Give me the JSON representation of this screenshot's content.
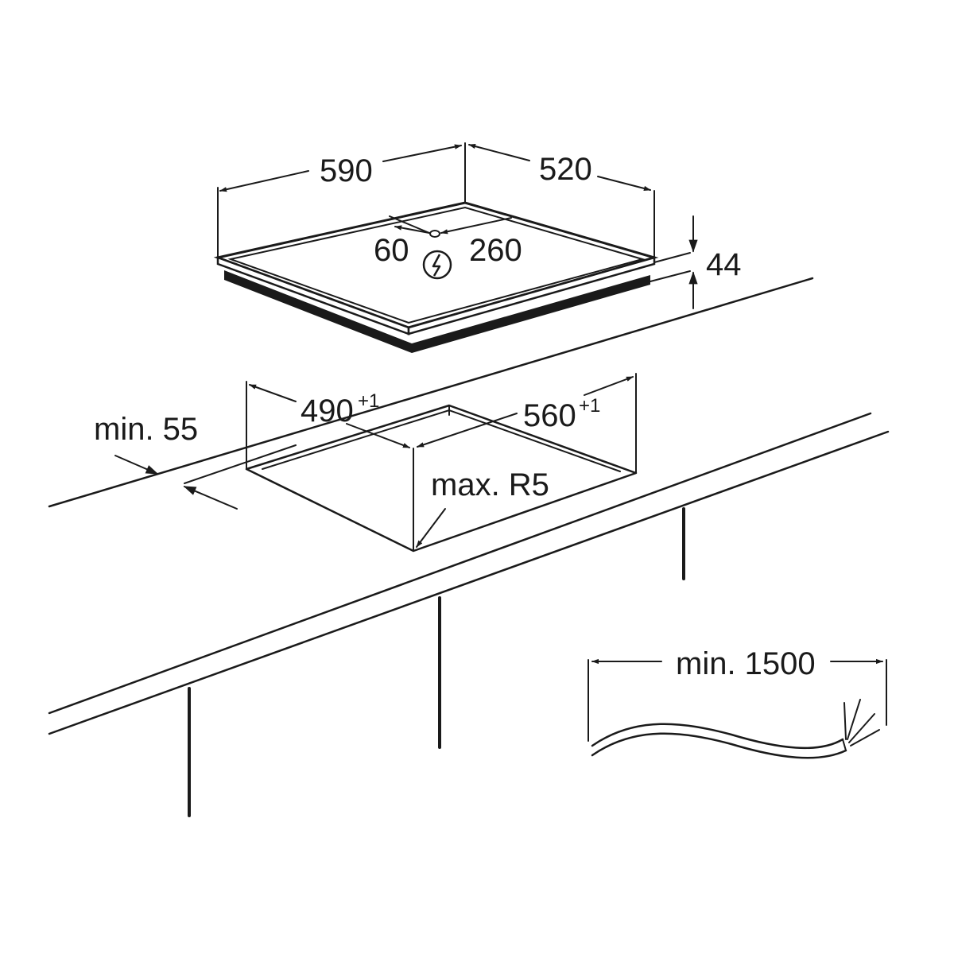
{
  "hob": {
    "width": "590",
    "depth": "520",
    "height": "44",
    "connection_left": "60",
    "connection_right": "260"
  },
  "cutout": {
    "width": "490",
    "width_tolerance": "+1",
    "depth": "560",
    "depth_tolerance": "+1",
    "corner_radius": "max. R5",
    "edge_distance": "min. 55"
  },
  "cable": {
    "min_length": "min. 1500"
  },
  "icons": {
    "power": "electric-connection-icon"
  },
  "colors": {
    "line": "#1a1a1a",
    "background": "#ffffff"
  }
}
